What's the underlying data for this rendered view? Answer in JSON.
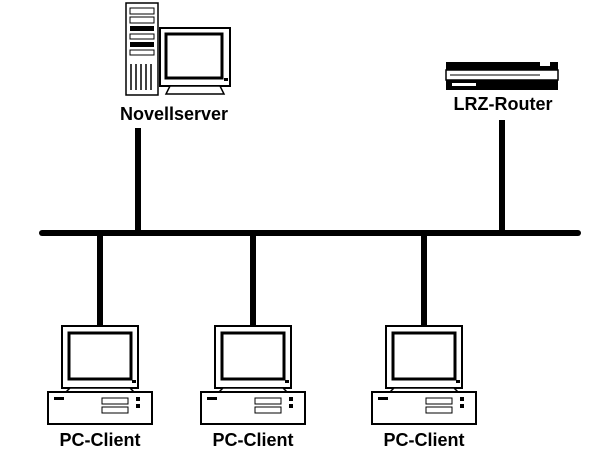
{
  "nodes": {
    "server": {
      "label": "Novellserver",
      "icon": "server-tower-with-monitor-icon"
    },
    "router": {
      "label": "LRZ-Router",
      "icon": "router-icon"
    },
    "clients": [
      {
        "label": "PC-Client",
        "icon": "desktop-pc-icon"
      },
      {
        "label": "PC-Client",
        "icon": "desktop-pc-icon"
      },
      {
        "label": "PC-Client",
        "icon": "desktop-pc-icon"
      }
    ]
  },
  "colors": {
    "line": "#000000",
    "background": "#ffffff"
  }
}
